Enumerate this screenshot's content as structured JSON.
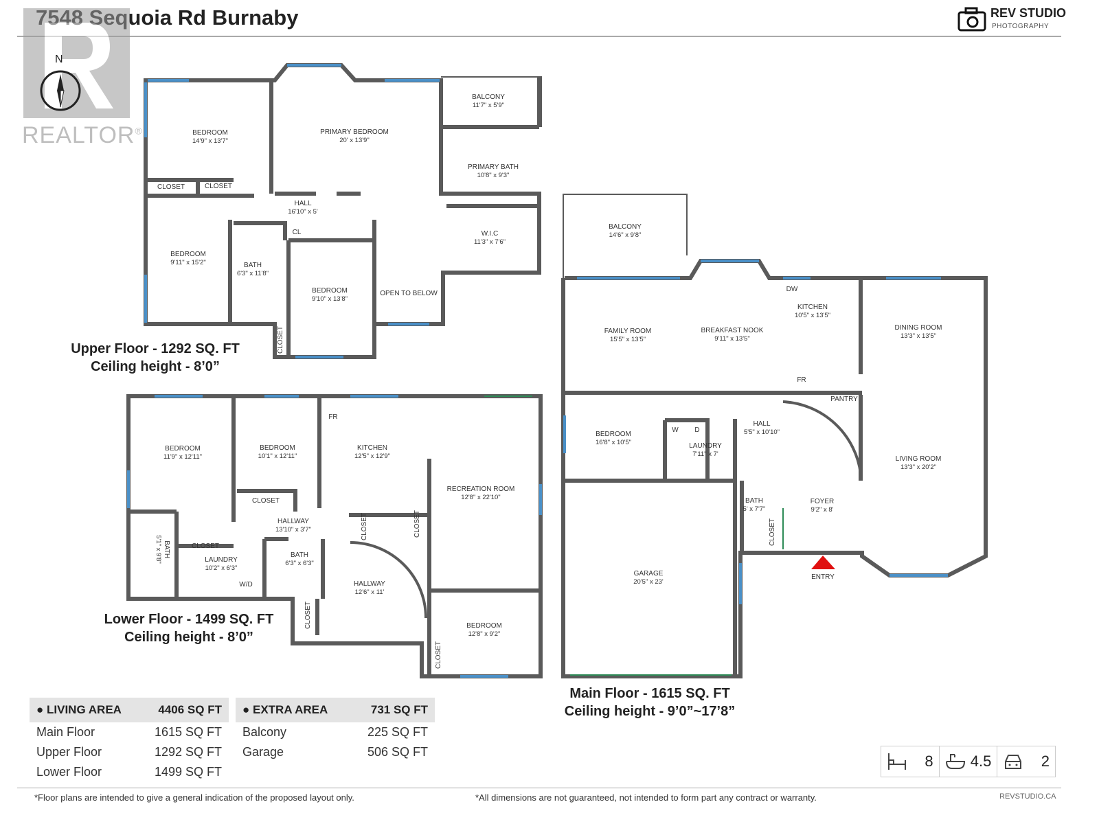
{
  "title": "7548 Sequoia Rd Burnaby",
  "brand": {
    "name": "REV STUDIO",
    "sub": "PHOTOGRAPHY",
    "site": "REVSTUDIO.CA"
  },
  "watermark": {
    "text": "REALTOR",
    "mark": "®"
  },
  "compass": {
    "label": "N"
  },
  "floors": {
    "upper": {
      "caption": "Upper Floor - 1292 SQ. FT",
      "ceiling": "Ceiling height - 8’0”",
      "rooms": [
        {
          "name": "BEDROOM",
          "dims": "14'9\" x 13'7\""
        },
        {
          "name": "PRIMARY BEDROOM",
          "dims": "20' x 13'9\""
        },
        {
          "name": "BALCONY",
          "dims": "11'7\" x 5'9\""
        },
        {
          "name": "PRIMARY BATH",
          "dims": "10'8\" x 9'3\""
        },
        {
          "name": "CLOSET",
          "dims": ""
        },
        {
          "name": "CLOSET",
          "dims": ""
        },
        {
          "name": "HALL",
          "dims": "16'10\" x 5'"
        },
        {
          "name": "BEDROOM",
          "dims": "9'11\" x 15'2\""
        },
        {
          "name": "CL",
          "dims": ""
        },
        {
          "name": "W.I.C",
          "dims": "11'3\" x 7'6\""
        },
        {
          "name": "BATH",
          "dims": "6'3\" x 11'8\""
        },
        {
          "name": "BEDROOM",
          "dims": "9'10\" x 13'8\""
        },
        {
          "name": "OPEN TO BELOW",
          "dims": ""
        },
        {
          "name": "CLOSET",
          "dims": ""
        }
      ]
    },
    "lower": {
      "caption": "Lower Floor - 1499 SQ. FT",
      "ceiling": "Ceiling height - 8’0”",
      "rooms": [
        {
          "name": "BEDROOM",
          "dims": "11'9\" x 12'11\""
        },
        {
          "name": "BEDROOM",
          "dims": "10'1\" x 12'11\""
        },
        {
          "name": "FR",
          "dims": ""
        },
        {
          "name": "KITCHEN",
          "dims": "12'5\" x 12'9\""
        },
        {
          "name": "RECREATION ROOM",
          "dims": "12'8\" x 22'10\""
        },
        {
          "name": "CLOSET",
          "dims": ""
        },
        {
          "name": "HALLWAY",
          "dims": "13'10\" x 3'7\""
        },
        {
          "name": "CLOSET",
          "dims": ""
        },
        {
          "name": "BATH",
          "dims": "5'1\" x 9'8\""
        },
        {
          "name": "LAUNDRY",
          "dims": "10'2\" x 6'3\""
        },
        {
          "name": "W/D",
          "dims": ""
        },
        {
          "name": "BATH",
          "dims": "6'3\" x 6'3\""
        },
        {
          "name": "CLOSET",
          "dims": ""
        },
        {
          "name": "CLOSET",
          "dims": ""
        },
        {
          "name": "HALLWAY",
          "dims": "12'6\" x 11'"
        },
        {
          "name": "CLOSET",
          "dims": ""
        },
        {
          "name": "BEDROOM",
          "dims": "12'8\" x 9'2\""
        },
        {
          "name": "CLOSET",
          "dims": ""
        }
      ]
    },
    "main": {
      "caption": "Main Floor - 1615 SQ. FT",
      "ceiling": "Ceiling height - 9’0”~17’8”",
      "rooms": [
        {
          "name": "BALCONY",
          "dims": "14'6\" x 9'8\""
        },
        {
          "name": "DW",
          "dims": ""
        },
        {
          "name": "KITCHEN",
          "dims": "10'5\" x 13'5\""
        },
        {
          "name": "FAMILY ROOM",
          "dims": "15'5\" x 13'5\""
        },
        {
          "name": "BREAKFAST NOOK",
          "dims": "9'11\" x 13'5\""
        },
        {
          "name": "DINING ROOM",
          "dims": "13'3\" x 13'5\""
        },
        {
          "name": "FR",
          "dims": ""
        },
        {
          "name": "PANTRY",
          "dims": ""
        },
        {
          "name": "BEDROOM",
          "dims": "16'8\" x 10'5\""
        },
        {
          "name": "W",
          "dims": ""
        },
        {
          "name": "D",
          "dims": ""
        },
        {
          "name": "HALL",
          "dims": "5'5\" x 10'10\""
        },
        {
          "name": "LAUNDRY",
          "dims": "7'11\" x 7'"
        },
        {
          "name": "LIVING ROOM",
          "dims": "13'3\" x 20'2\""
        },
        {
          "name": "BATH",
          "dims": "5' x 7'7\""
        },
        {
          "name": "FOYER",
          "dims": "9'2\" x 8'"
        },
        {
          "name": "CLOSET",
          "dims": ""
        },
        {
          "name": "GARAGE",
          "dims": "20'5\" x 23'"
        },
        {
          "name": "ENTRY",
          "dims": ""
        }
      ]
    }
  },
  "living_area": {
    "label": "LIVING AREA",
    "total": "4406 SQ FT",
    "rows": [
      {
        "label": "Main Floor",
        "value": "1615 SQ FT"
      },
      {
        "label": "Upper Floor",
        "value": "1292 SQ FT"
      },
      {
        "label": "Lower Floor",
        "value": "1499 SQ FT"
      }
    ]
  },
  "extra_area": {
    "label": "EXTRA AREA",
    "total": "731 SQ FT",
    "rows": [
      {
        "label": "Balcony",
        "value": "225 SQ FT"
      },
      {
        "label": "Garage",
        "value": "506 SQ FT"
      }
    ]
  },
  "stats": {
    "bedrooms": "8",
    "bathrooms": "4.5",
    "parking": "2",
    "icons": [
      "bed-icon",
      "bathtub-icon",
      "car-icon"
    ]
  },
  "notes": {
    "left": "*Floor plans are intended to give a general indication of the proposed layout only.",
    "right": "*All dimensions are not guaranteed, not intended to form part any contract or warranty."
  },
  "colors": {
    "wall": "#5a5a5a",
    "window": "#4a90c8",
    "door": "#2e8b57",
    "entry": "#e01010"
  }
}
